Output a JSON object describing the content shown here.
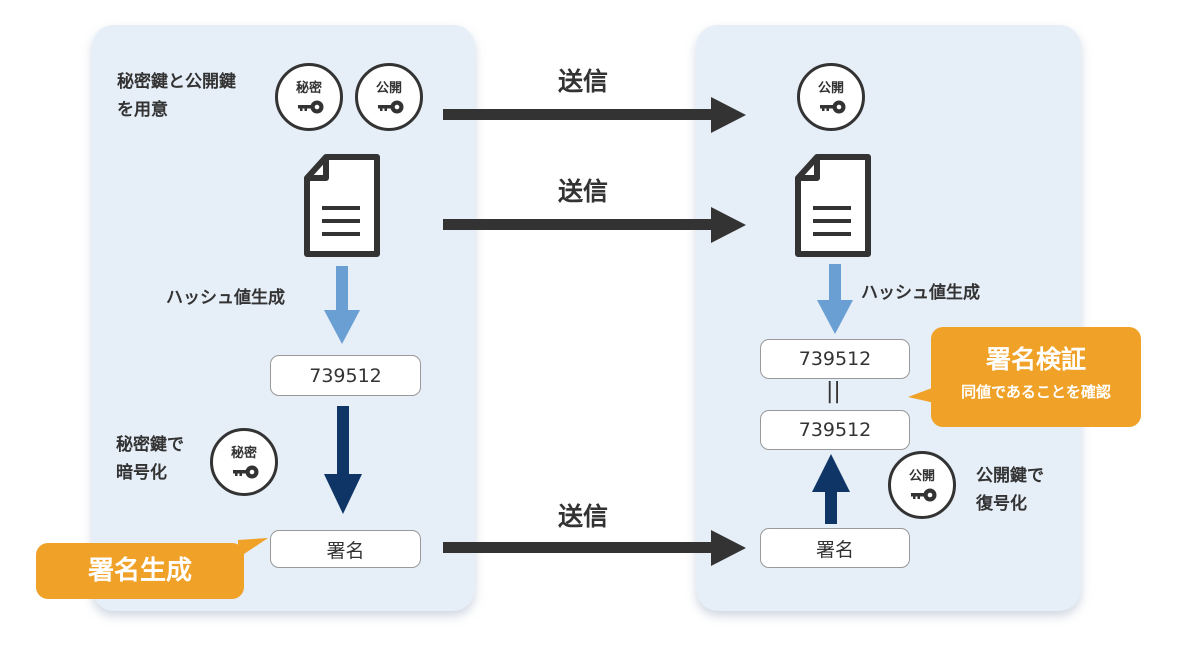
{
  "sender": {
    "prepare_label_line1": "秘密鍵と公開鍵",
    "prepare_label_line2": "を用意",
    "private_key_label": "秘密",
    "public_key_label": "公開",
    "hash_label": "ハッシュ値生成",
    "hash_value": "739512",
    "encrypt_label_line1": "秘密鍵で",
    "encrypt_label_line2": "暗号化",
    "encrypt_key_label": "秘密",
    "signature_box": "署名",
    "badge": "署名生成"
  },
  "transfer": {
    "send_label_1": "送信",
    "send_label_2": "送信",
    "send_label_3": "送信"
  },
  "receiver": {
    "public_key_label": "公開",
    "hash_label": "ハッシュ値生成",
    "hash_value_top": "739512",
    "equals_sign": "||",
    "hash_value_bottom": "739512",
    "decrypt_key_label": "公開",
    "decrypt_label_line1": "公開鍵で",
    "decrypt_label_line2": "復号化",
    "signature_box": "署名",
    "badge_title": "署名検証",
    "badge_subtitle": "同値であることを確認"
  },
  "colors": {
    "panel": "#e6eef8",
    "hash_arrow": "#6a9fd4",
    "encrypt_arrow": "#0e3566",
    "send_arrow": "#333333",
    "badge": "#f0a127"
  },
  "icons": [
    "key-icon",
    "document-icon"
  ]
}
